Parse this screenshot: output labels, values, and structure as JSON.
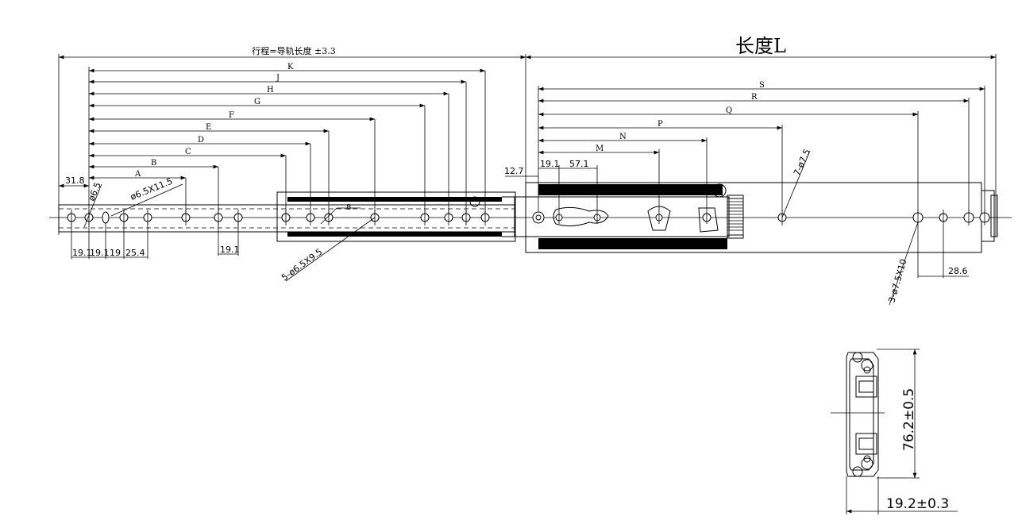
{
  "labels": {
    "stroke": "行程=导轨长度 ±3.3",
    "length": "长度L",
    "dimA": "A",
    "dimB": "B",
    "dimC": "C",
    "dimD": "D",
    "dimE": "E",
    "dimF": "F",
    "dimG": "G",
    "dimH": "H",
    "dimJ": "J",
    "dimK": "K",
    "dimM": "M",
    "dimN": "N",
    "dimP": "P",
    "dimQ": "Q",
    "dimR": "R",
    "dimS": "S",
    "d318": "31.8",
    "d65": "ø6.5",
    "slot": "ø6.5X11.5",
    "d191a": "19.1",
    "d191b": "19.1",
    "d19": "19",
    "d254": "25.4",
    "d191c": "19.1",
    "holes5": "5-ø6.5X9.5",
    "d8": "8",
    "d127": "12.7",
    "d191d": "19.1",
    "d571": "57.1",
    "holes7": "7-ø7.5",
    "holes3": "3-ø7.5X10",
    "d286": "28.6",
    "height": "76.2±0.5",
    "width": "19.2±0.3"
  },
  "colors": {
    "line": "#000000",
    "background": "#ffffff"
  }
}
